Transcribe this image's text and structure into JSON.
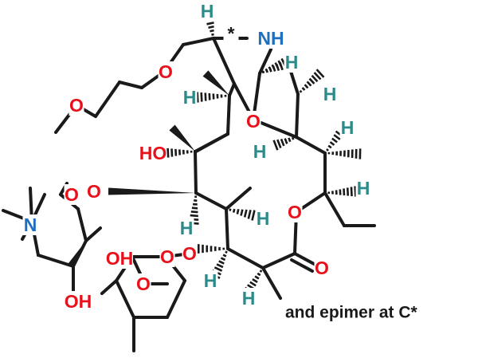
{
  "colors": {
    "bond": "#1a1a1a",
    "oxygen": "#e8101a",
    "nitrogen": "#1f6fc0",
    "hydrogen": "#2b8a8a",
    "text": "#1a1a1a"
  },
  "atoms": {
    "O": "O",
    "N": "N",
    "NH": "NH",
    "H": "H",
    "HO": "HO",
    "OH": "OH",
    "star": "*"
  },
  "caption": "and epimer at C*"
}
